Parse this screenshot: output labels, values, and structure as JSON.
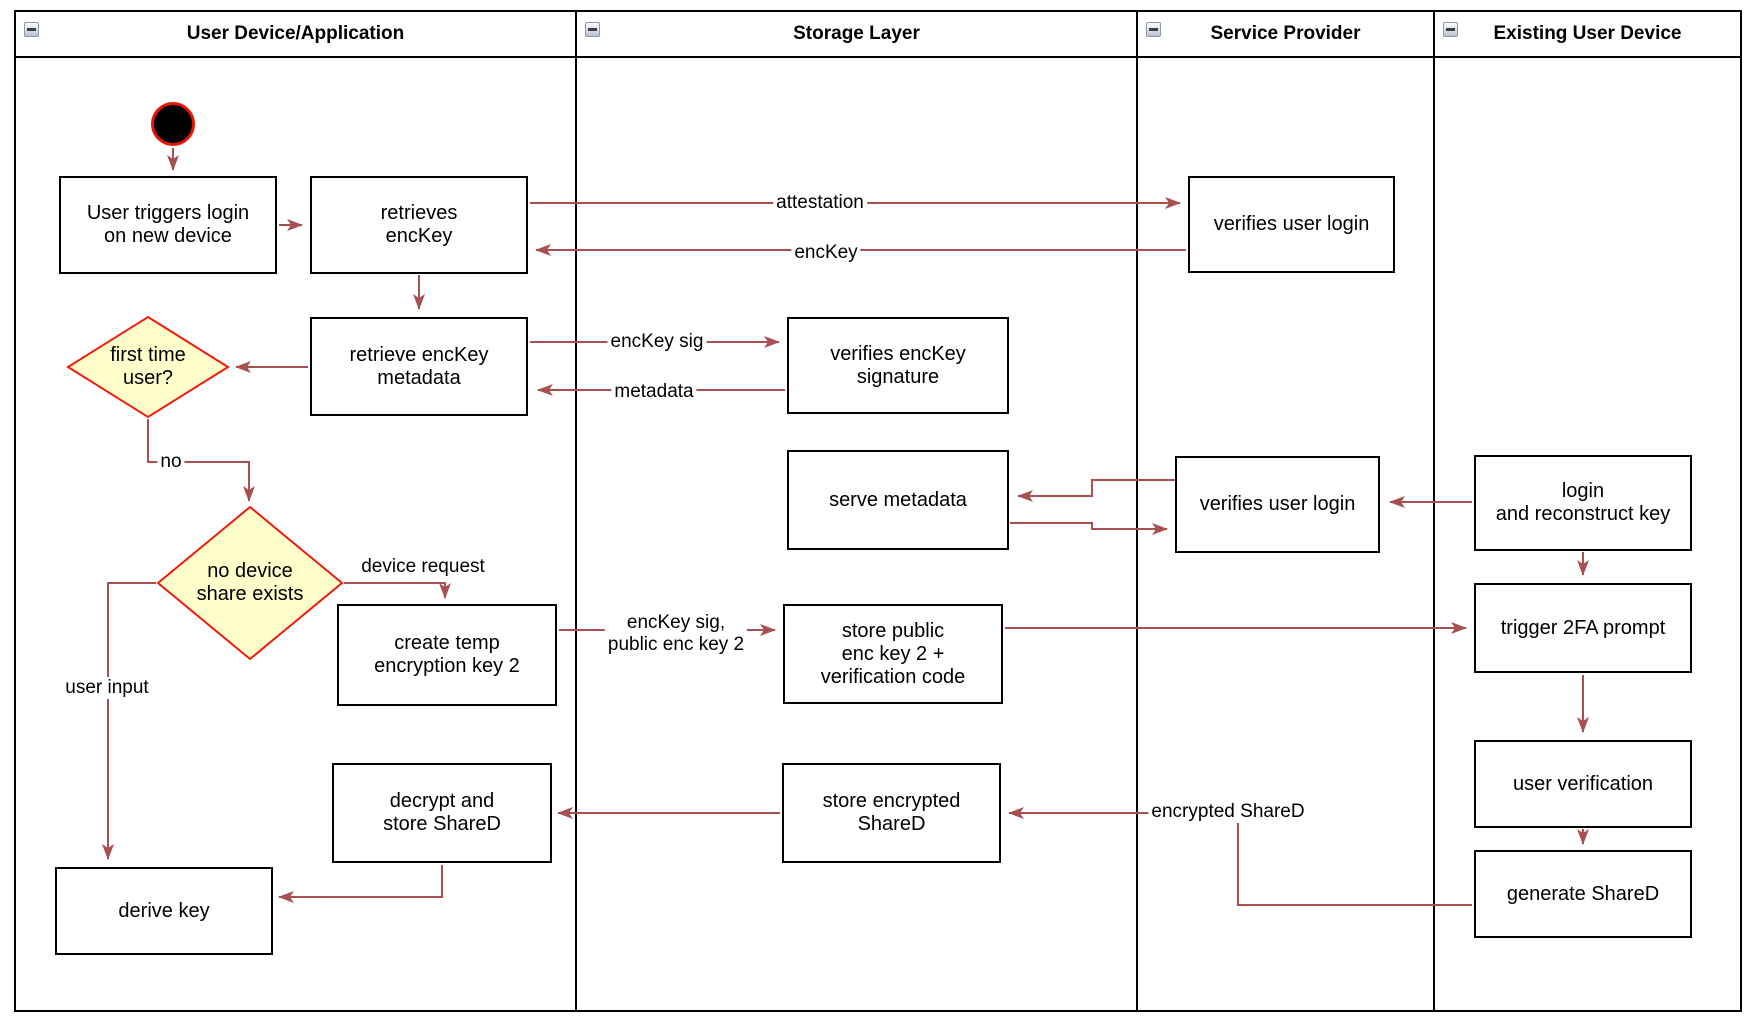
{
  "diagram": {
    "colors": {
      "connector": "#a85050",
      "decision_fill": "#ffffcc",
      "decision_border": "#ef1c0c",
      "start_fill": "#000000",
      "start_ring": "#e91500",
      "node_border": "#000000",
      "lane_border": "#000000"
    },
    "lanes": [
      {
        "title": "User Device/Application"
      },
      {
        "title": "Storage Layer"
      },
      {
        "title": "Service Provider"
      },
      {
        "title": "Existing User Device"
      }
    ],
    "nodes": {
      "user_triggers": "User triggers login\non new device",
      "retrieves_enckey": "retrieves\nencKey",
      "retrieve_metadata": "retrieve encKey\nmetadata",
      "verifies_signature": "verifies encKey\nsignature",
      "sp_verifies_login_1": "verifies user login",
      "serve_metadata": "serve metadata",
      "sp_verifies_login_2": "verifies user login",
      "login_reconstruct": "login\nand reconstruct key",
      "create_temp_key": "create temp\nencryption key 2",
      "store_public_key": "store public\nenc key 2 +\nverification code",
      "trigger_2fa": "trigger 2FA prompt",
      "user_verification": "user verification",
      "decrypt_store_shared": "decrypt and\nstore ShareD",
      "store_encrypted_shared": "store encrypted\nShareD",
      "generate_shared": "generate ShareD",
      "derive_key": "derive key"
    },
    "decisions": {
      "first_time_user": "first time\nuser?",
      "no_device_share": "no device\nshare exists"
    },
    "edge_labels": {
      "attestation": "attestation",
      "enckey": "encKey",
      "enckey_sig": "encKey sig",
      "metadata": "metadata",
      "no": "no",
      "device_request": "device request",
      "user_input": "user input",
      "enckey_sig_public": "encKey sig,\npublic enc key 2",
      "encrypted_shared": "encrypted ShareD"
    }
  }
}
